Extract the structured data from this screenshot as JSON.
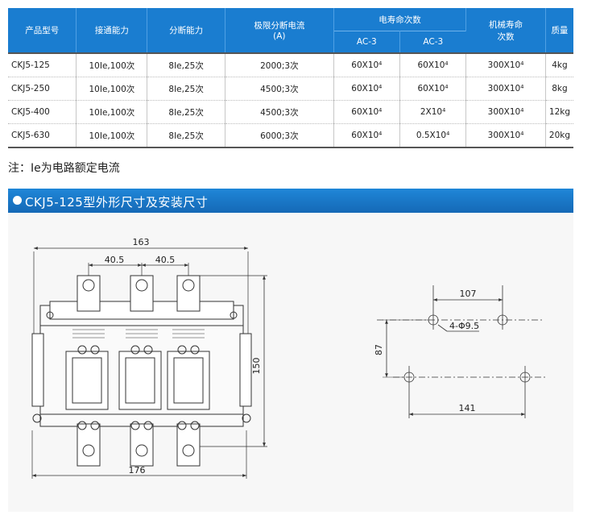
{
  "table": {
    "headers": {
      "model": "产品型号",
      "make": "接通能力",
      "break": "分断能力",
      "limit_line1": "极限分断电流",
      "limit_line2": "(A)",
      "elec_life": "电寿命次数",
      "ac3_a": "AC-3",
      "ac3_b": "AC-3",
      "mech_line1": "机械寿命",
      "mech_line2": "次数",
      "mass": "质量"
    },
    "rows": [
      {
        "model": "CKJ5-125",
        "make": "10Ie,100次",
        "break": "8Ie,25次",
        "limit": "2000;3次",
        "ac3_a": "60X10⁴",
        "ac3_b": "60X10⁴",
        "mech": "300X10⁴",
        "mass": "4kg"
      },
      {
        "model": "CKJ5-250",
        "make": "10Ie,100次",
        "break": "8Ie,25次",
        "limit": "4500;3次",
        "ac3_a": "60X10⁴",
        "ac3_b": "60X10⁴",
        "mech": "300X10⁴",
        "mass": "8kg"
      },
      {
        "model": "CKJ5-400",
        "make": "10Ie,100次",
        "break": "8Ie,25次",
        "limit": "4500;3次",
        "ac3_a": "60X10⁴",
        "ac3_b": "2X10⁴",
        "mech": "300X10⁴",
        "mass": "12kg"
      },
      {
        "model": "CKJ5-630",
        "make": "10Ie,100次",
        "break": "8Ie,25次",
        "limit": "6000;3次",
        "ac3_a": "60X10⁴",
        "ac3_b": "0.5X10⁴",
        "mech": "300X10⁴",
        "mass": "20kg"
      }
    ]
  },
  "note": "注：Ie为电路额定电流",
  "section_title": "CKJ5-125型外形尺寸及安装尺寸",
  "drawing": {
    "dim_overall_top": "163",
    "dim_pitch_left": "40.5",
    "dim_pitch_right": "40.5",
    "dim_height": "150",
    "dim_overall_bottom": "176",
    "mount_top": "107",
    "mount_side": "87",
    "mount_holes": "4-Φ9.5",
    "mount_bottom": "141"
  }
}
